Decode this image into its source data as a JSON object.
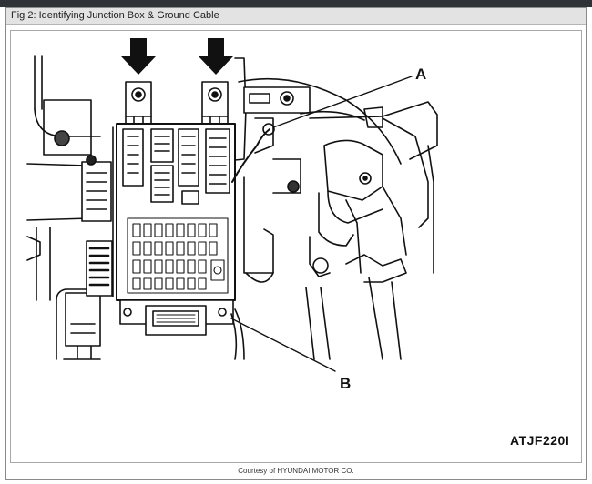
{
  "figure": {
    "caption": "Fig 2: Identifying Junction Box & Ground Cable",
    "callouts": {
      "a": "A",
      "b": "B"
    },
    "code": "ATJF220I",
    "credit": "Courtesy of HYUNDAI MOTOR CO."
  }
}
